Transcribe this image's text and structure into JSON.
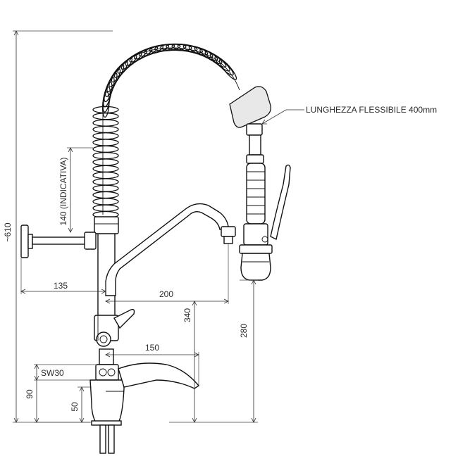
{
  "labels": {
    "hose_note": "LUNGHEZZA FLESSIBILE 400mm",
    "height_total": "~610",
    "height_indicative": "140 (INDICATIVA)",
    "wall_offset": "135",
    "spout_reach": "200",
    "spout_height": "340",
    "spray_height": "280",
    "lever_reach": "150",
    "wrench_size": "SW30",
    "base_height": "90",
    "lever_height": "50"
  }
}
